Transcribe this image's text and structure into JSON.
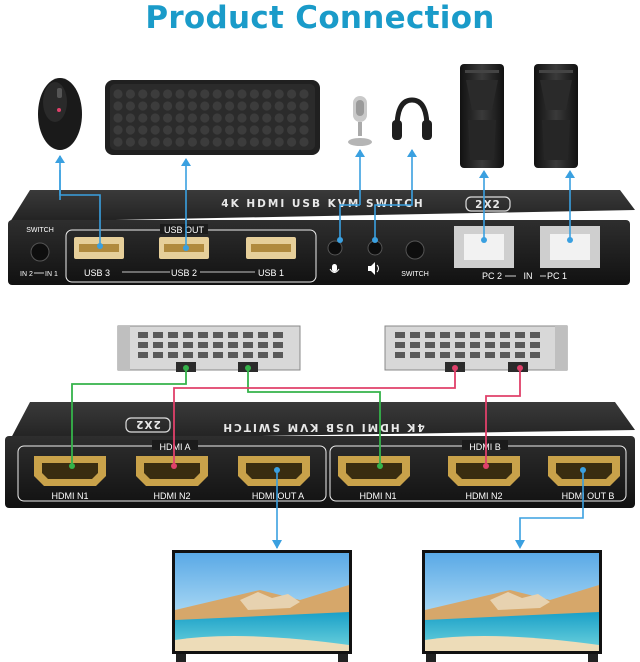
{
  "title": "Product Connection",
  "kvm_top": {
    "banner": "4K HDMI USB KVM SWITCH",
    "badge": "2X2",
    "left_switch_label": "SWITCH",
    "in2": "IN 2",
    "in1": "IN 1",
    "usb_out": "USB OUT",
    "usb_ports": [
      "USB 3",
      "USB 2",
      "USB 1"
    ],
    "audio_mic_icon": "microphone-icon",
    "audio_speaker_icon": "speaker-icon",
    "switch_label": "SWITCH",
    "pc2": "PC 2",
    "in": "IN",
    "pc1": "PC 1"
  },
  "kvm_bottom": {
    "banner_mirrored": "4K HDMI USB KVM SWITCH",
    "badge": "2X2",
    "group_a": "HDMI A",
    "group_b": "HDMI B",
    "ports_a": [
      "HDMI N1",
      "HDMI N2",
      "HDMI OUT A"
    ],
    "ports_b": [
      "HDMI N1",
      "HDMI N2",
      "HDMI OUT B"
    ]
  },
  "colors": {
    "title": "#1a9bc9",
    "blue_line": "#3aa0e0",
    "green_line": "#35b34a",
    "pink_line": "#e0406a",
    "device_body": "#1c1c1c"
  }
}
